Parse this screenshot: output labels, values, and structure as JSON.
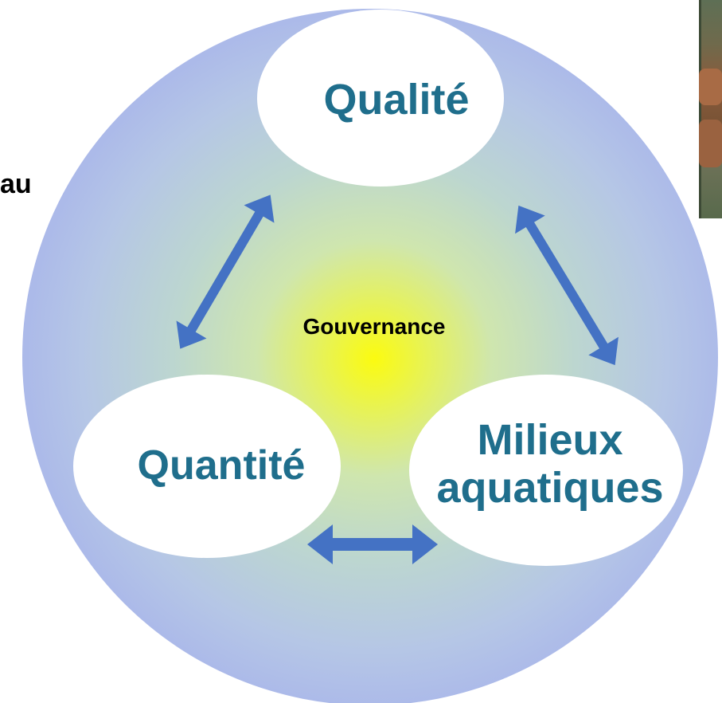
{
  "side_text_fragment": "au",
  "nodes": {
    "top": "Qualité",
    "left": "Quantité",
    "right_line1": "Milieux",
    "right_line2": "aquatiques"
  },
  "center_label": "Gouvernance",
  "colors": {
    "node_text": "#1f6e8c",
    "arrow": "#4472c4",
    "sphere_edge": "#aab8e8",
    "glow_center": "#fbfb10",
    "node_fill": "#ffffff"
  },
  "icons": {
    "photo": "cattle-photo"
  }
}
